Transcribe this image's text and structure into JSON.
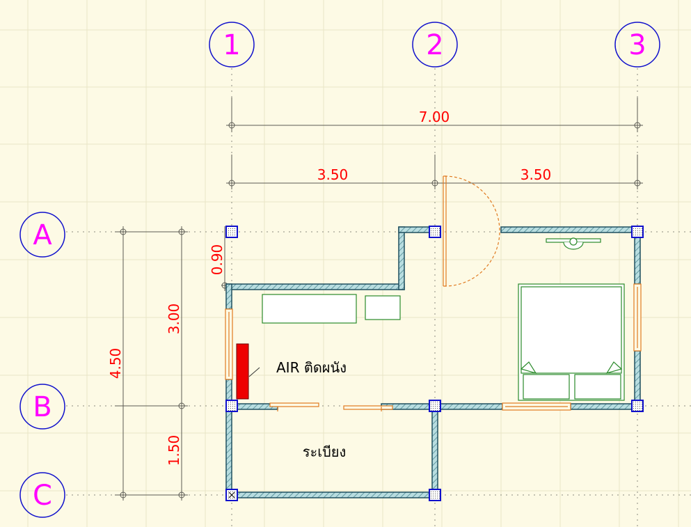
{
  "grid": {
    "columns": [
      "1",
      "2",
      "3"
    ],
    "rows": [
      "A",
      "B",
      "C"
    ]
  },
  "dimensions": {
    "overall_width": "7.00",
    "bay_1_2": "3.50",
    "bay_2_3": "3.50",
    "total_depth": "4.50",
    "depth_a_b": "3.00",
    "depth_b_c": "1.50",
    "notch": "0.90"
  },
  "labels": {
    "air": "AIR ติดผนัง",
    "balcony": "ระเบียง"
  },
  "colors": {
    "background": "#fdfae5",
    "grid_bubble": "#ff00ff",
    "bubble_outline": "#1010cc",
    "dimension_text": "#ff0000",
    "wall_fill": "#9fd0d4",
    "wall_outline": "#1f4f5f",
    "furniture": "#2a8a2a",
    "door_window": "#e07a20",
    "air_unit": "#ee0000"
  }
}
